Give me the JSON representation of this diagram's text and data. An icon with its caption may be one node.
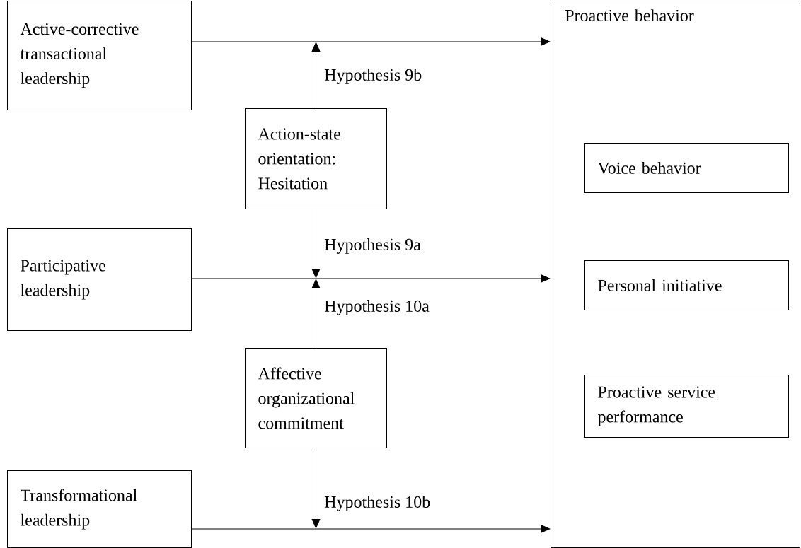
{
  "diagram": {
    "nodes": [
      {
        "text": [
          "Active-corrective transactional leadership"
        ]
      },
      {
        "text": [
          "Proactive behavior"
        ]
      },
      {
        "text": [
          "Action-state orientation: Hesitation"
        ]
      },
      {
        "text": [
          "Voice behavior"
        ],
        "in": 1
      },
      {
        "text": [
          "Participative leadership"
        ]
      },
      {
        "text": [
          "Personal initiative"
        ],
        "in": 1
      },
      {
        "text": [
          "Affective organizational commitment"
        ]
      },
      {
        "text": [
          "Proactive service performance"
        ],
        "in": 1
      },
      {
        "text": [
          "Transformational leadership"
        ]
      }
    ],
    "edges": [
      {
        "from": 0,
        "to": 1,
        "arrow": "to"
      },
      {
        "from": 4,
        "to": 1,
        "arrow": "to"
      },
      {
        "from": 8,
        "to": 1,
        "arrow": "to"
      },
      {
        "from": 2,
        "to": null,
        "arrow": "to",
        "label": "Hypothesis 9b"
      },
      {
        "from": 2,
        "to": null,
        "arrow": "to",
        "label": "Hypothesis 9a"
      },
      {
        "from": 6,
        "to": null,
        "arrow": "to",
        "label": "Hypothesis 10a"
      },
      {
        "from": 6,
        "to": null,
        "arrow": "to",
        "label": "Hypothesis 10b"
      }
    ]
  }
}
